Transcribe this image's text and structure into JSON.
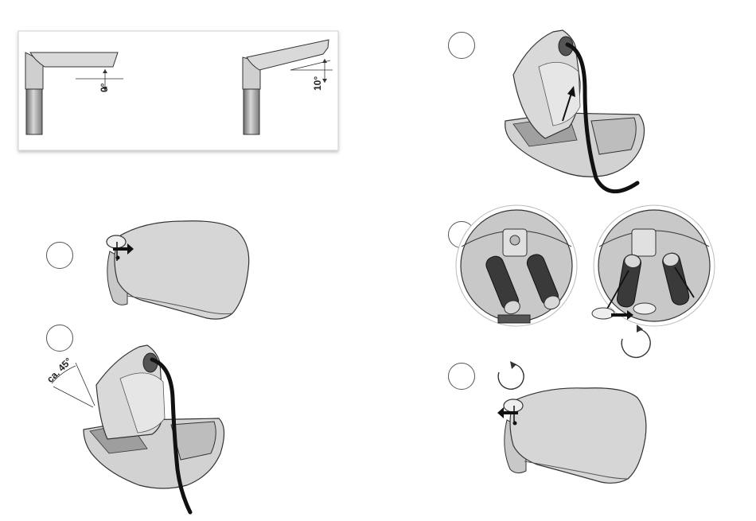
{
  "tilt_box": {
    "angle_left": "0°",
    "angle_right": "10°"
  },
  "panel_open": {
    "angle_label": "ca. 45°"
  },
  "colors": {
    "housing": "#d6d6d6",
    "outline": "#3a3a3a",
    "cable": "#111111",
    "pole": "#9a9a9a",
    "lens": "#bdbdbd"
  },
  "steps": [
    "step-1",
    "step-2",
    "step-3",
    "step-4",
    "step-5",
    "step-6"
  ]
}
